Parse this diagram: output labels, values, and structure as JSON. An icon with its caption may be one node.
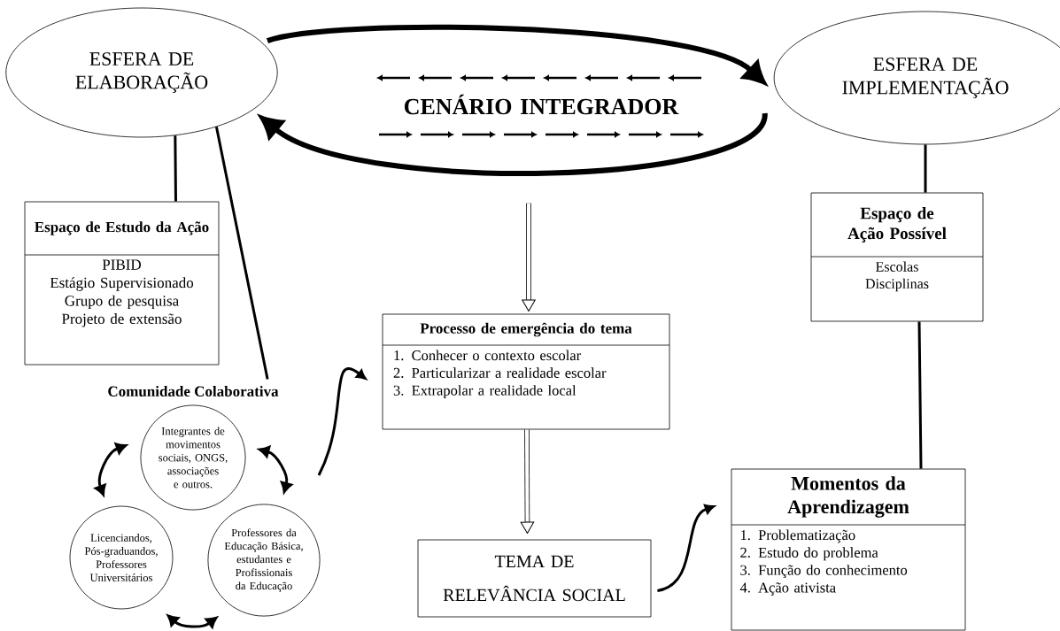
{
  "diagram": {
    "nodes": [
      {
        "text": [
          "ESFERA DE ELABORAÇÃO"
        ]
      },
      {
        "text": [
          "CENÁRIO INTEGRADOR"
        ]
      },
      {
        "text": [
          "ESFERA DE IMPLEMENTAÇÃO"
        ]
      },
      {
        "text": [
          "Espaço de Estudo da Ação",
          "PIBID",
          "Estágio Supervisionado",
          "Grupo de pesquisa",
          "Projeto de extensão"
        ]
      },
      {
        "text": [
          "Espaço de Ação Possível",
          "Escolas",
          "Disciplinas"
        ]
      },
      {
        "text": [
          "Processo de emergência do tema",
          "1. Conhecer o contexto escolar",
          "2. Particularizar a realidade escolar",
          "3. Extrapolar a realidade local"
        ]
      },
      {
        "text": [
          "Comunidade Colaborativa"
        ]
      },
      {
        "text": [
          "Integrantes de movimentos sociais, ONGS, associações e outros."
        ]
      },
      {
        "text": [
          "Licenciandos, Pós-graduandos, Professores Universitários"
        ]
      },
      {
        "text": [
          "Professores da Educação Básica, estudantes e Profissionais da Educação"
        ]
      },
      {
        "text": [
          "TEMA DE RELEVÂNCIA SOCIAL"
        ]
      },
      {
        "text": [
          "Momentos da Aprendizagem",
          "1. Problematização",
          "2. Estudo do problema",
          "3. Função do conhecimento",
          "4. Ação ativista"
        ]
      }
    ],
    "edges": [
      {
        "from": 0,
        "to": 3,
        "arrow": "none"
      },
      {
        "from": 0,
        "to": 6,
        "arrow": "none"
      },
      {
        "from": 2,
        "to": 4,
        "arrow": "none"
      },
      {
        "from": 4,
        "to": 11,
        "arrow": "none"
      },
      {
        "from": 0,
        "to": 2,
        "arrow": "to",
        "style": "thick"
      },
      {
        "from": 2,
        "to": 0,
        "arrow": "to",
        "style": "thick"
      },
      {
        "from": null,
        "to": 5,
        "arrow": "to",
        "style": "thick"
      },
      {
        "from": 5,
        "to": 10,
        "arrow": "to",
        "style": "thick"
      },
      {
        "from": null,
        "to": 5,
        "arrow": "to"
      },
      {
        "from": 10,
        "to": 11,
        "arrow": "to"
      },
      {
        "from": 8,
        "to": 7,
        "arrow": "both"
      },
      {
        "from": 7,
        "to": 9,
        "arrow": "both"
      },
      {
        "from": 8,
        "to": 9,
        "arrow": "both"
      }
    ]
  }
}
